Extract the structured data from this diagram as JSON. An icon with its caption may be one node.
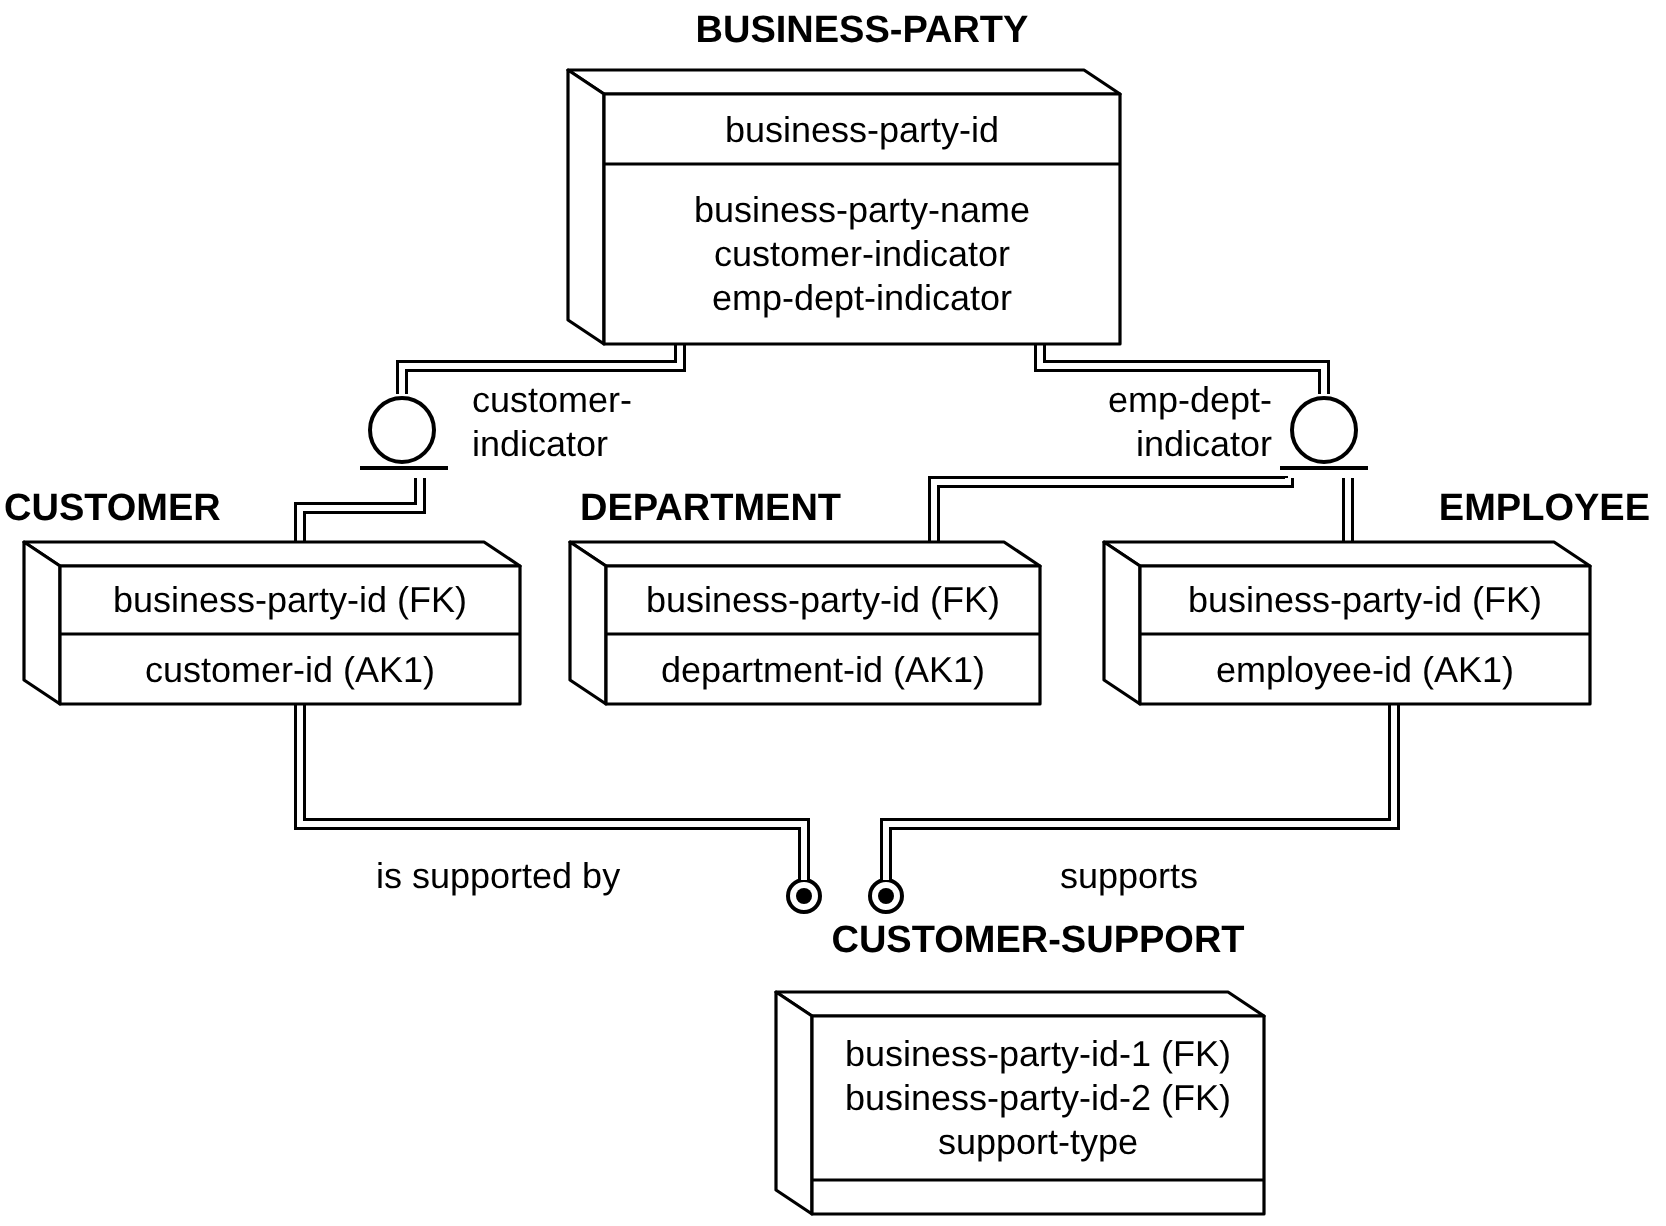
{
  "diagram": {
    "nodes": [
      {
        "text": [
          "BUSINESS-PARTY",
          "business-party-id",
          "business-party-name customer-indicator emp-dept-indicator"
        ]
      },
      {
        "text": [],
        "shape": "circle"
      },
      {
        "text": [],
        "shape": "circle"
      },
      {
        "text": [
          "CUSTOMER",
          "business-party-id (FK)",
          "customer-id (AK1)"
        ]
      },
      {
        "text": [
          "DEPARTMENT",
          "business-party-id (FK)",
          "department-id (AK1)"
        ]
      },
      {
        "text": [
          "EMPLOYEE",
          "business-party-id (FK)",
          "employee-id (AK1)"
        ]
      },
      {
        "text": [
          "CUSTOMER-SUPPORT",
          "business-party-id-1 (FK) business-party-id-2 (FK) support-type"
        ]
      }
    ],
    "edges": [
      {
        "from": 0,
        "to": 1,
        "arrow": "none"
      },
      {
        "from": 1,
        "to": 3,
        "arrow": "none"
      },
      {
        "from": 0,
        "to": 2,
        "arrow": "none"
      },
      {
        "from": 2,
        "to": 4,
        "arrow": "none"
      },
      {
        "from": 2,
        "to": 5,
        "arrow": "none"
      },
      {
        "from": 3,
        "to": 6,
        "arrow": "other",
        "label": "is supported by"
      },
      {
        "from": 5,
        "to": 6,
        "arrow": "other",
        "label": "supports"
      }
    ],
    "labels": [
      "customer- indicator",
      "emp-dept- indicator"
    ]
  }
}
